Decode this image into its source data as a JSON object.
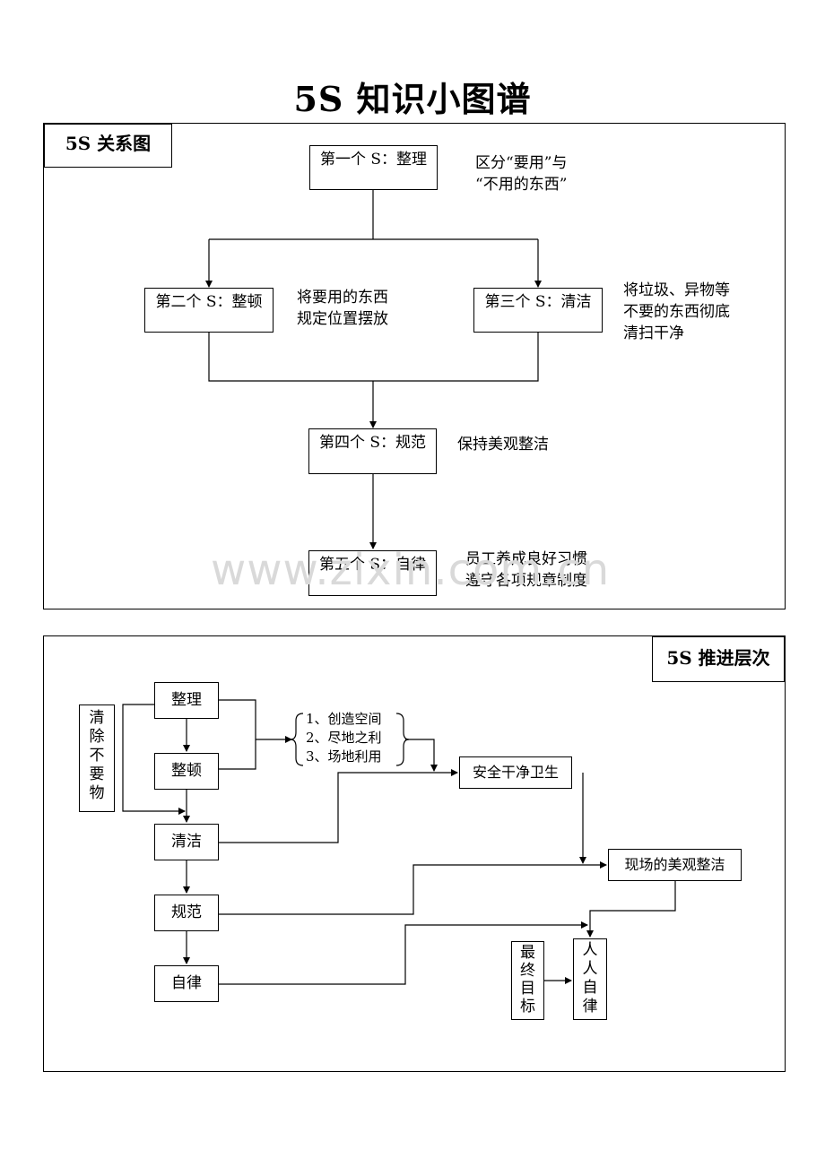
{
  "page_title": "5S 知识小图谱",
  "watermark": "www.zixin.com.cn",
  "relation_diagram": {
    "header": "5S 关系图",
    "steps": [
      {
        "label": "第一个 S：整理",
        "desc": [
          "区分“要用”与",
          "“不用的东西”"
        ]
      },
      {
        "label": "第二个 S：整顿",
        "desc": [
          "将要用的东西",
          "规定位置摆放"
        ]
      },
      {
        "label": "第三个 S：清洁",
        "desc": [
          "将垃圾、异物等",
          "不要的东西彻底",
          "清扫干净"
        ]
      },
      {
        "label": "第四个 S：规范",
        "desc": [
          "保持美观整洁"
        ]
      },
      {
        "label": "第五个 S：自律",
        "desc": [
          "员工养成良好习惯",
          "遵守各项规章制度"
        ]
      }
    ]
  },
  "progress_diagram": {
    "header": "5S 推进层次",
    "side_note": [
      "清",
      "除",
      "不",
      "要",
      "物"
    ],
    "stages": [
      "整理",
      "整顿",
      "清洁",
      "规范",
      "自律"
    ],
    "benefits": [
      "1、创造空间",
      "2、尽地之利",
      "3、场地利用"
    ],
    "outcome_1": "安全干净卫生",
    "outcome_2": "现场的美观整洁",
    "final_label": [
      "最",
      "终",
      "目",
      "标"
    ],
    "final_goal": [
      "人",
      "人",
      "自",
      "律"
    ]
  }
}
